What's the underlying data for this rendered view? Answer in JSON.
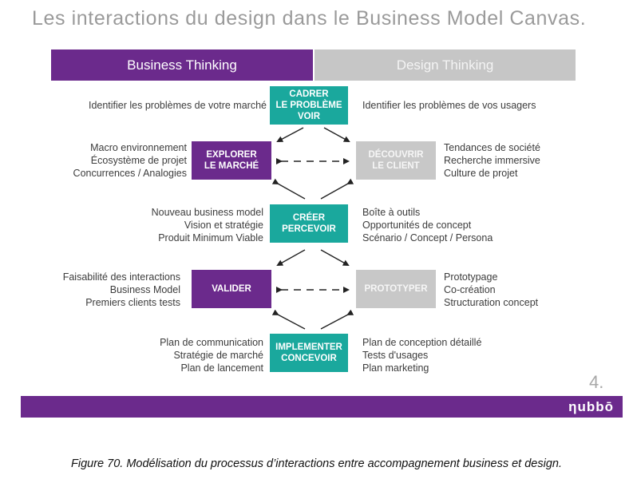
{
  "title": "Les interactions du design dans le Business Model Canvas.",
  "headers": {
    "left": "Business Thinking",
    "right": "Design Thinking"
  },
  "steps": {
    "cadrer": "CADRER\nLE PROBLÈME\nVOIR",
    "explorer": "EXPLORER\nLE MARCHÉ",
    "decouvrir": "DÉCOUVRIR\nLE CLIENT",
    "creer": "CRÉER\nPERCEVOIR",
    "valider": "VALIDER",
    "prototyper": "PROTOTYPER",
    "implementer": "IMPLEMENTER\nCONCEVOIR"
  },
  "notes": {
    "cadrer_left": [
      "Identifier les problèmes de votre marché"
    ],
    "cadrer_right": [
      "Identifier les problèmes de vos usagers"
    ],
    "explorer_left": [
      "Macro environnement",
      "Écosystème de projet",
      "Concurrences / Analogies"
    ],
    "decouvrir_right": [
      "Tendances de société",
      "Recherche immersive",
      "Culture de projet"
    ],
    "creer_left": [
      "Nouveau business model",
      "Vision et stratégie",
      "Produit Minimum Viable"
    ],
    "creer_right": [
      "Boîte à outils",
      "Opportunités de concept",
      "Scénario / Concept / Persona"
    ],
    "valider_left": [
      "Faisabilité des interactions",
      "Business Model",
      "Premiers clients tests"
    ],
    "prototyper_right": [
      "Prototypage",
      "Co-création",
      "Structuration concept"
    ],
    "implementer_left": [
      "Plan de communication",
      "Stratégie de marché",
      "Plan de lancement"
    ],
    "implementer_right": [
      "Plan de conception détaillé",
      "Tests d'usages",
      "Plan marketing"
    ]
  },
  "page_number": "4.",
  "logo": "ηubbō",
  "caption": "Figure 70. Modélisation du processus d’interactions entre accompagnement business et design.",
  "colors": {
    "purple": "#6b2a8c",
    "teal": "#1aa89d",
    "grey": "#c6c6c6"
  }
}
